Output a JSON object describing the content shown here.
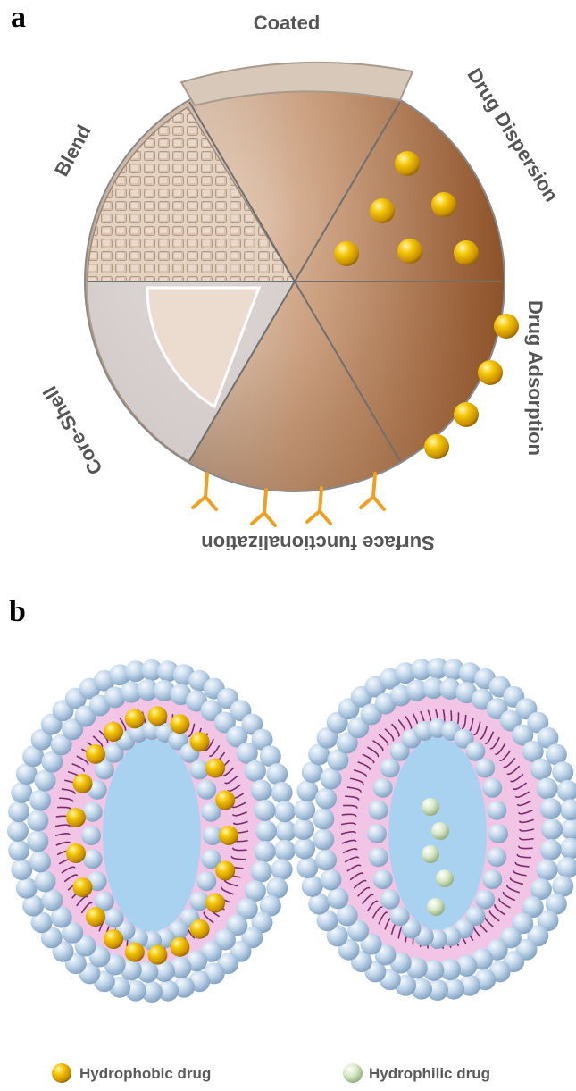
{
  "panel_a": {
    "letter": "a",
    "segments": {
      "coated": "Coated",
      "drug_dispersion": "Drug Dispersion",
      "drug_adsorption": "Drug Adsorption",
      "surface_functionalization": "Surface functionalization",
      "core_shell": "Core-Shell",
      "blend": "Blend"
    }
  },
  "panel_b": {
    "letter": "b",
    "legend": {
      "hydrophobic": "Hydrophobic drug",
      "hydrophilic": "Hydrophilic drug"
    }
  },
  "colors": {
    "gold_drug": "#e8b400",
    "hydrophilic_drug": "#c8dcb4",
    "lipid_head": "#b4cde6",
    "bilayer_pink": "#f2c4e6",
    "tail_purple": "#7a2a6a",
    "aqueous_core": "#a9d2f0",
    "sphere_bronze": "#b07a52"
  }
}
